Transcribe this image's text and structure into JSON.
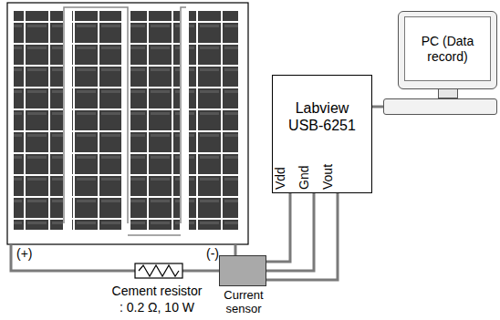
{
  "diagram": {
    "nodes": [
      {
        "text": [
          "Labview USB-6251"
        ]
      },
      {
        "text": [
          "PC (Data record)"
        ]
      },
      {
        "text": [
          "Current sensor"
        ]
      }
    ],
    "edges": [
      {
        "from": 2,
        "to": 0,
        "arrow": "none",
        "label": "Vdd"
      },
      {
        "from": 2,
        "to": 0,
        "arrow": "none",
        "label": "Gnd"
      },
      {
        "from": 2,
        "to": 0,
        "arrow": "none",
        "label": "Vout"
      },
      {
        "from": 0,
        "to": 1,
        "arrow": "none"
      }
    ],
    "labels": [
      "(+)",
      "(-)",
      "Cement resistor",
      ": 0.2 Ω, 10 W"
    ]
  }
}
